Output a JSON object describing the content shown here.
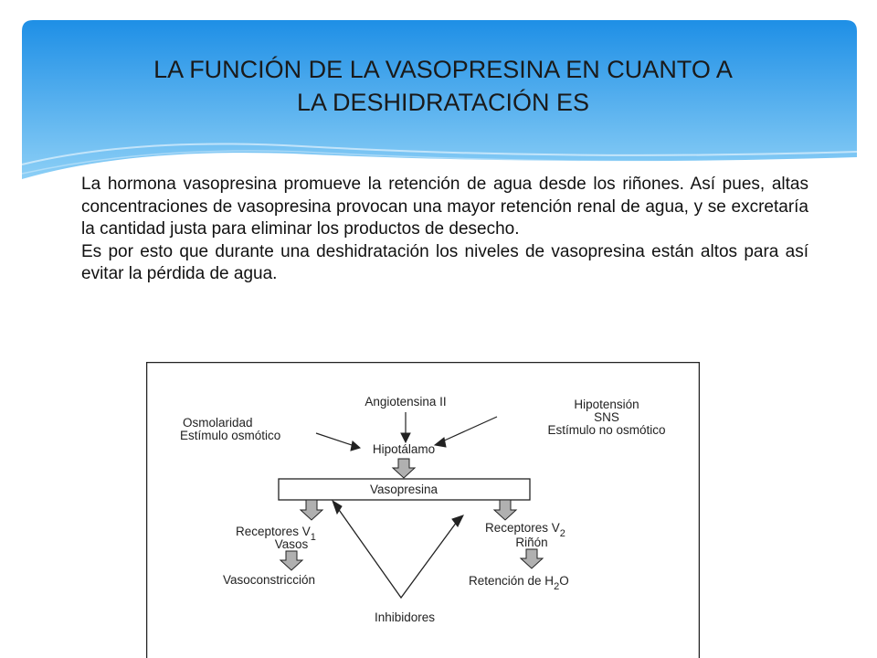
{
  "slide": {
    "title_line1": "LA FUNCIÓN DE LA VASOPRESINA EN CUANTO A",
    "title_line2": "LA DESHIDRATACIÓN ES",
    "paragraph1": "La hormona vasopresina promueve la retención de agua desde los riñones. Así pues, altas concentraciones de vasopresina provocan una mayor retención renal de agua, y se excretaría la cantidad justa para eliminar los productos de desecho.",
    "paragraph2": "Es por esto que durante una deshidratación los niveles de vasopresina están altos para así evitar la pérdida de agua."
  },
  "diagram": {
    "angiotensina": "Angiotensina II",
    "hipotension": "Hipotensión",
    "sns": "SNS",
    "estimulo_no_osmotico": "Estímulo no osmótico",
    "osmolaridad": "Osmolaridad",
    "estimulo_osmotico": "Estímulo osmótico",
    "hipotalamo": "Hipotálamo",
    "vasopresina": "Vasopresina",
    "receptores_v1": "Receptores V",
    "v1_sub": "1",
    "vasos": "Vasos",
    "receptores_v2": "Receptores V",
    "v2_sub": "2",
    "rinon": "Riñón",
    "vasoconstriccion": "Vasoconstricción",
    "retencion": "Retención de H",
    "retencion_sub": "2",
    "retencion_o": "O",
    "inhibidores": "Inhibidores"
  },
  "colors": {
    "banner_top": "#1e8fe6",
    "banner_bottom": "#8ccff6",
    "text": "#1a1a1a",
    "arrow_fill": "#b0b0b0"
  }
}
